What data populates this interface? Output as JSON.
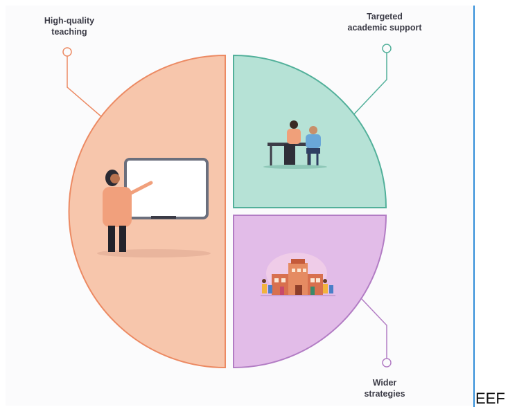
{
  "segments": {
    "high_quality_teaching": {
      "label_line1": "High-quality",
      "label_line2": "teaching",
      "fill": "#f7c6ac",
      "stroke": "#ec8a63"
    },
    "targeted_academic_support": {
      "label_line1": "Targeted",
      "label_line2": "academic support",
      "fill": "#b6e2d6",
      "stroke": "#52b09a"
    },
    "wider_strategies": {
      "label_line1": "Wider",
      "label_line2": "strategies",
      "fill": "#e2bce8",
      "stroke": "#b27cc4"
    }
  },
  "corner_text": "EEF"
}
